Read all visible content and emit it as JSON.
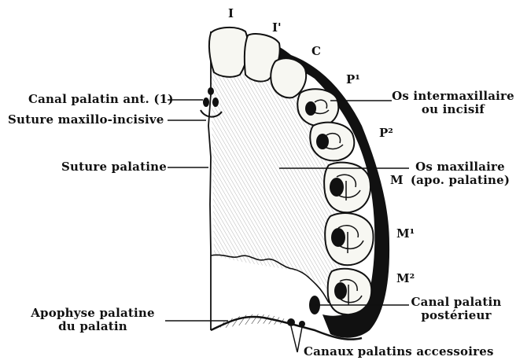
{
  "labels": {
    "canal_palatin_ant": "Canal palatin ant. (1)",
    "suture_maxillo_incisive": "Suture maxillo-incisive",
    "suture_palatine": "Suture palatine",
    "os_intermaxillaire_1": "Os intermaxillaire",
    "os_intermaxillaire_2": "ou incisif",
    "os_maxillaire_1": "Os maxillaire",
    "os_maxillaire_2": "(apo. palatine)",
    "apophyse_palatine_1": "Apophyse palatine",
    "apophyse_palatine_2": "du palatin",
    "canal_palatin_post_1": "Canal palatin",
    "canal_palatin_post_2": "postérieur",
    "canaux_accessoires": "Canaux palatins accessoires"
  },
  "teeth": {
    "incisor_central": "I",
    "incisor_lateral": "I'",
    "canine": "C",
    "premolar_1": "P¹",
    "premolar_2": "P²",
    "molar_1": "M",
    "molar_2": "M¹",
    "molar_3": "M²"
  }
}
